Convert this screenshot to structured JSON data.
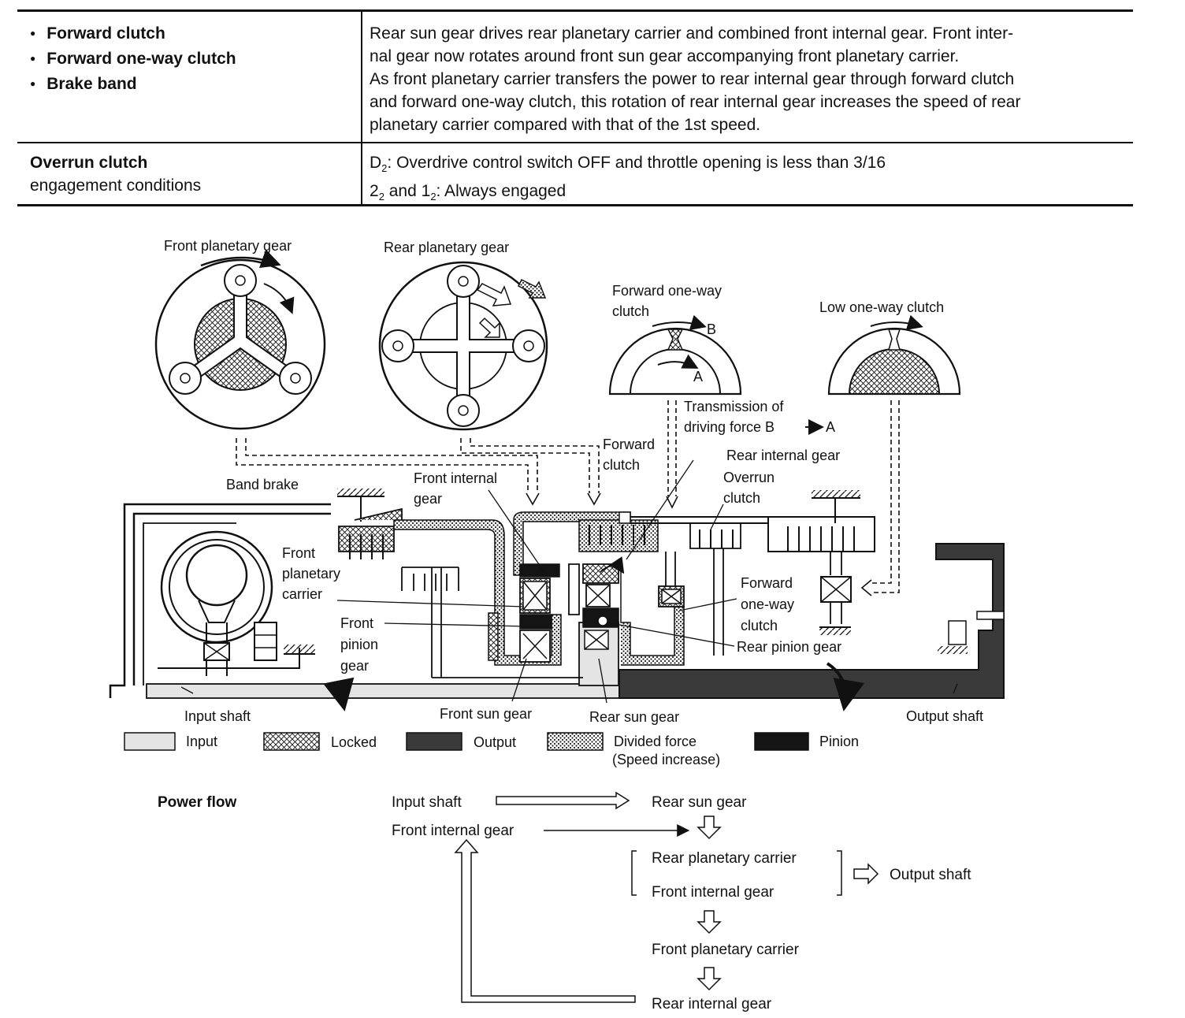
{
  "table": {
    "row1": {
      "items": [
        "Forward clutch",
        "Forward one-way clutch",
        "Brake band"
      ],
      "description": [
        "Rear sun gear drives rear planetary carrier and combined front internal gear. Front inter-",
        "nal gear now rotates around front sun gear accompanying front planetary carrier.",
        "As front planetary carrier transfers the power to rear internal gear through forward clutch",
        "and forward one-way clutch, this rotation of rear internal gear increases the speed of rear",
        "planetary carrier compared with that of the 1st speed."
      ]
    },
    "row2": {
      "title": "Overrun clutch",
      "subtitle": "engagement conditions",
      "cond1_prefix": "D",
      "cond1_sub": "2",
      "cond1_text": ": Overdrive control switch OFF and throttle opening is less than 3/16",
      "cond2_a": "2",
      "cond2_a_sub": "2",
      "cond2_mid": " and 1",
      "cond2_b_sub": "2",
      "cond2_text": ": Always engaged"
    }
  },
  "diagram": {
    "front_planetary_gear": "Front planetary gear",
    "rear_planetary_gear": "Rear planetary gear",
    "forward_one_way_clutch_line1": "Forward one-way",
    "forward_one_way_clutch_line2": "clutch",
    "low_one_way_clutch": "Low one-way clutch",
    "marker_a": "A",
    "marker_b": "B",
    "transmission_line1": "Transmission of",
    "transmission_line2": "driving force B",
    "transmission_line2_end": "A",
    "forward_clutch_line1": "Forward",
    "forward_clutch_line2": "clutch",
    "rear_internal_gear": "Rear internal gear",
    "overrun_clutch_line1": "Overrun",
    "overrun_clutch_line2": "clutch",
    "band_brake": "Band brake",
    "front_internal_gear_line1": "Front internal",
    "front_internal_gear_line2": "gear",
    "front_planetary_carrier_line1": "Front",
    "front_planetary_carrier_line2": "planetary",
    "front_planetary_carrier_line3": "carrier",
    "front_pinion_gear_line1": "Front",
    "front_pinion_gear_line2": "pinion",
    "front_pinion_gear_line3": "gear",
    "forward_owc_line1": "Forward",
    "forward_owc_line2": "one-way",
    "forward_owc_line3": "clutch",
    "rear_pinion_gear": "Rear pinion gear",
    "input_shaft": "Input shaft",
    "front_sun_gear": "Front sun gear",
    "rear_sun_gear": "Rear sun gear",
    "output_shaft": "Output shaft"
  },
  "legend": {
    "input": "Input",
    "locked": "Locked",
    "output": "Output",
    "divided_line1": "Divided force",
    "divided_line2": "(Speed increase)",
    "pinion": "Pinion"
  },
  "power_flow": {
    "title": "Power flow",
    "input_shaft": "Input shaft",
    "rear_sun_gear": "Rear sun gear",
    "front_internal_gear_left": "Front internal gear",
    "rear_planetary_carrier": "Rear planetary carrier",
    "front_internal_gear": "Front internal gear",
    "output_shaft": "Output shaft",
    "front_planetary_carrier": "Front planetary carrier",
    "rear_internal_gear": "Rear internal gear"
  },
  "colors": {
    "line": "#111111",
    "output_fill": "#3a3a3a",
    "pinion_fill": "#141414",
    "input_fill": "#e4e4e4"
  }
}
